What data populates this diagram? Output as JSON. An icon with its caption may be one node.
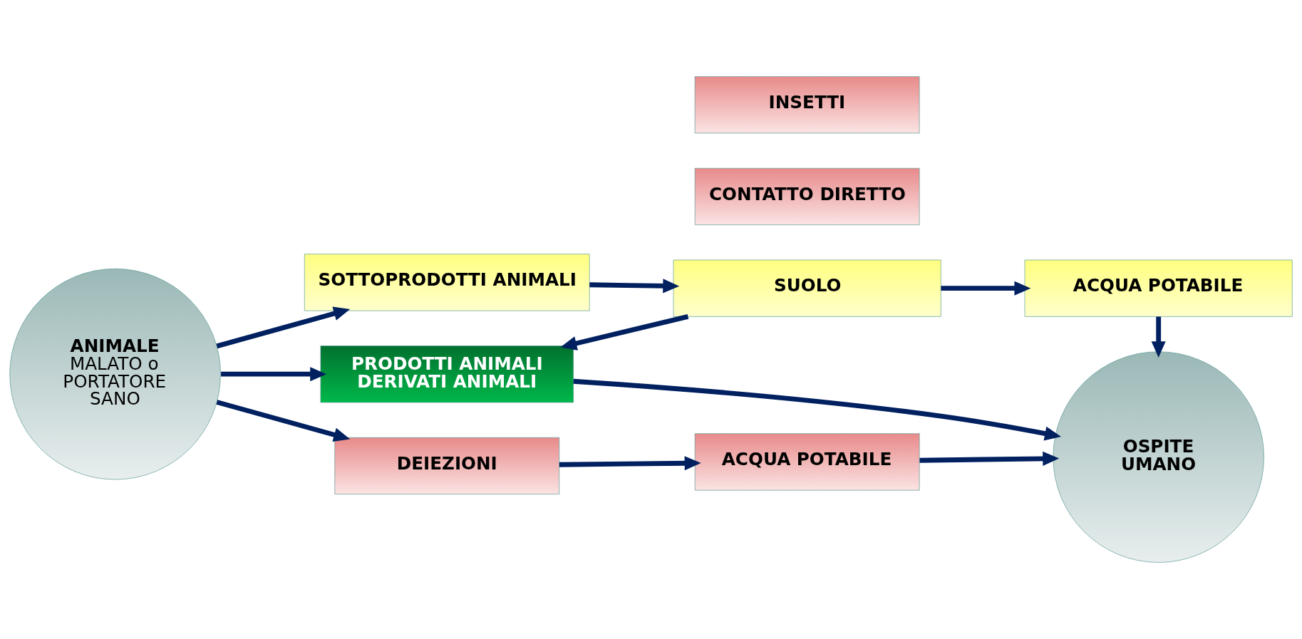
{
  "diagram": {
    "nodes": [
      {
        "text": [
          "ANIMALE",
          "MALATO o PORTATORE SANO"
        ]
      },
      {
        "text": [
          "DEIEZIONI"
        ]
      },
      {
        "text": [
          "CONTATTO DIRETTO"
        ]
      },
      {
        "text": [
          "ACQUA POTABILE"
        ]
      },
      {
        "text": [
          "INSETTI"
        ]
      },
      {
        "text": [
          "PRODOTTI ANIMALI",
          "DERIVATI ANIMALI"
        ]
      },
      {
        "text": [
          "OSPITE UMANO"
        ]
      },
      {
        "text": [
          "SOTTOPRODOTTI ANIMALI"
        ]
      },
      {
        "text": [
          "SUOLO"
        ]
      },
      {
        "text": [
          "ACQUA POTABILE"
        ]
      }
    ],
    "edges": [
      {
        "from": 0,
        "to": 1,
        "arrow": "to"
      },
      {
        "from": 1,
        "to": 3,
        "arrow": "to"
      },
      {
        "from": 3,
        "to": 6,
        "arrow": "to"
      },
      {
        "from": 0,
        "to": 5,
        "arrow": "to"
      },
      {
        "from": 5,
        "to": 6,
        "arrow": "to"
      },
      {
        "from": 0,
        "to": 7,
        "arrow": "to"
      },
      {
        "from": 7,
        "to": 8,
        "arrow": "to"
      },
      {
        "from": 8,
        "to": 5,
        "arrow": "to"
      },
      {
        "from": 8,
        "to": 9,
        "arrow": "to"
      },
      {
        "from": 9,
        "to": 6,
        "arrow": "to"
      }
    ]
  }
}
